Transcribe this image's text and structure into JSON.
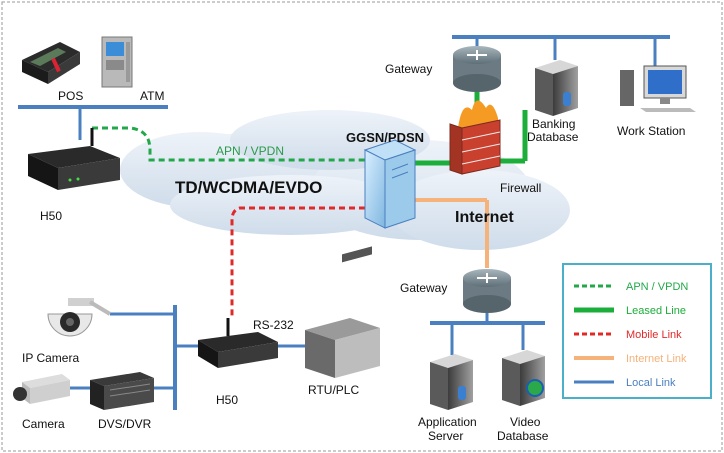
{
  "labels": {
    "pos": "POS",
    "atm": "ATM",
    "h50_top": "H50",
    "h50_bottom": "H50",
    "apn_vpdn": "APN / VPDN",
    "network": "TD/WCDMA/EVDO",
    "ggsn": "GGSN/PDSN",
    "gateway_top": "Gateway",
    "gateway_bottom": "Gateway",
    "banking_db_1": "Banking",
    "banking_db_2": "Database",
    "work_station": "Work Station",
    "firewall": "Firewall",
    "internet": "Internet",
    "rs232": "RS-232",
    "rtu_plc": "RTU/PLC",
    "ip_camera": "IP Camera",
    "camera": "Camera",
    "dvs_dvr": "DVS/DVR",
    "app_server_1": "Application",
    "app_server_2": "Server",
    "video_db_1": "Video",
    "video_db_2": "Database"
  },
  "legend": {
    "items": [
      {
        "label": "APN / VPDN",
        "color": "#22a84a",
        "style": "dashed"
      },
      {
        "label": "Leased Line",
        "color": "#1cae3a",
        "style": "solid-thick"
      },
      {
        "label": "Mobile Link",
        "color": "#e02a2a",
        "style": "dashed"
      },
      {
        "label": "Internet Link",
        "color": "#f5b27a",
        "style": "solid-thick"
      },
      {
        "label": "Local Link",
        "color": "#4a7fc0",
        "style": "solid"
      }
    ]
  },
  "colors": {
    "local_link": "#4a7fc0",
    "leased_line": "#1cae3a",
    "mobile_link": "#e02a2a",
    "internet_link": "#f5b27a",
    "apn_vpdn": "#22a84a",
    "cloud": "#d5e2ef"
  }
}
